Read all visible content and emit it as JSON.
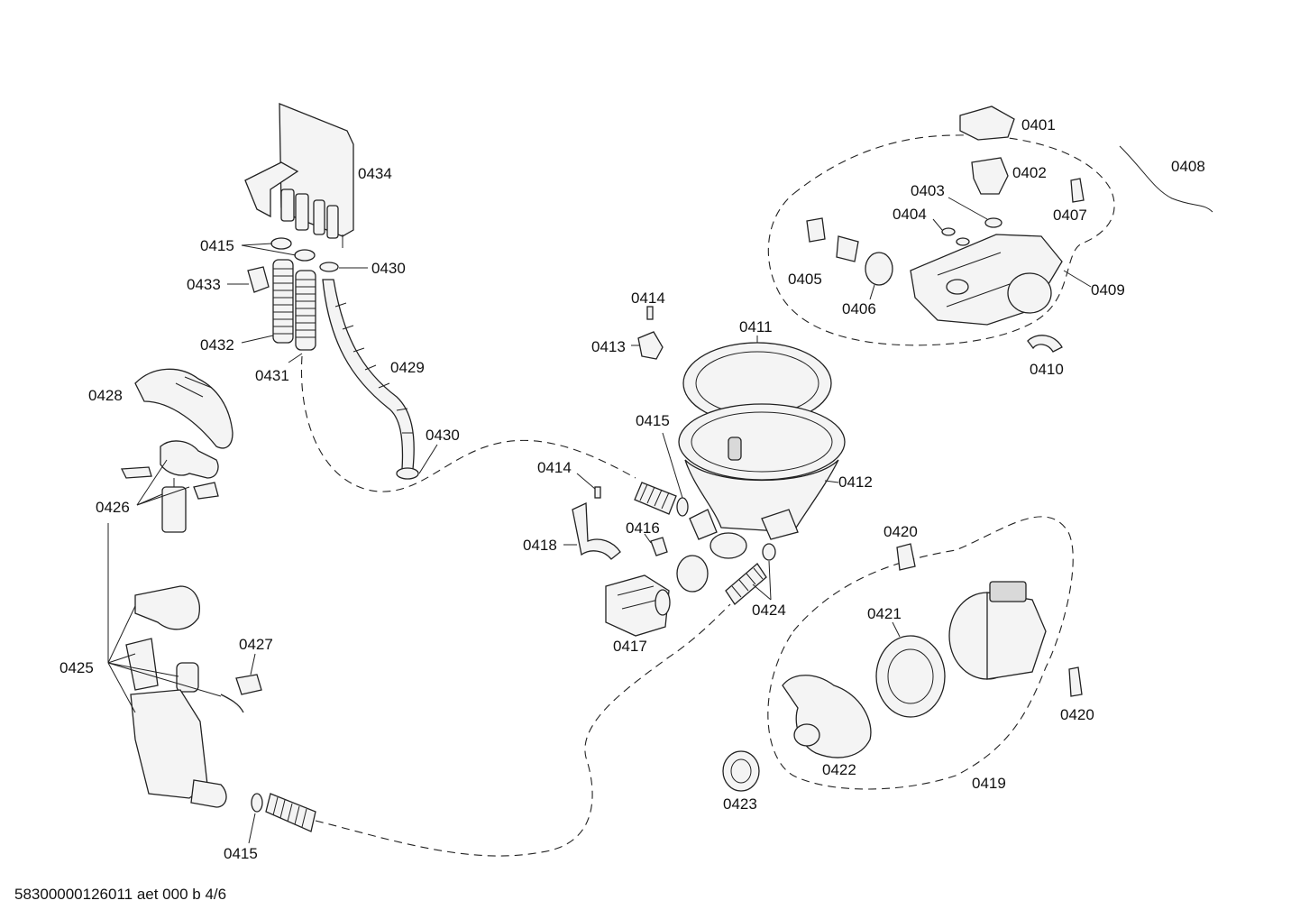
{
  "labels": {
    "l0401": "0401",
    "l0402": "0402",
    "l0403": "0403",
    "l0404": "0404",
    "l0405": "0405",
    "l0406": "0406",
    "l0407": "0407",
    "l0408": "0408",
    "l0409": "0409",
    "l0410": "0410",
    "l0411": "0411",
    "l0412": "0412",
    "l0413": "0413",
    "l0414a": "0414",
    "l0414b": "0414",
    "l0415a": "0415",
    "l0415b": "0415",
    "l0415c": "0415",
    "l0416": "0416",
    "l0417": "0417",
    "l0418": "0418",
    "l0419": "0419",
    "l0420a": "0420",
    "l0420b": "0420",
    "l0421": "0421",
    "l0422": "0422",
    "l0423": "0423",
    "l0424": "0424",
    "l0425": "0425",
    "l0426": "0426",
    "l0427": "0427",
    "l0428": "0428",
    "l0429": "0429",
    "l0430a": "0430",
    "l0430b": "0430",
    "l0431": "0431",
    "l0432": "0432",
    "l0433": "0433",
    "l0434": "0434"
  },
  "footer": "58300000126011 aet 000 b 4/6"
}
